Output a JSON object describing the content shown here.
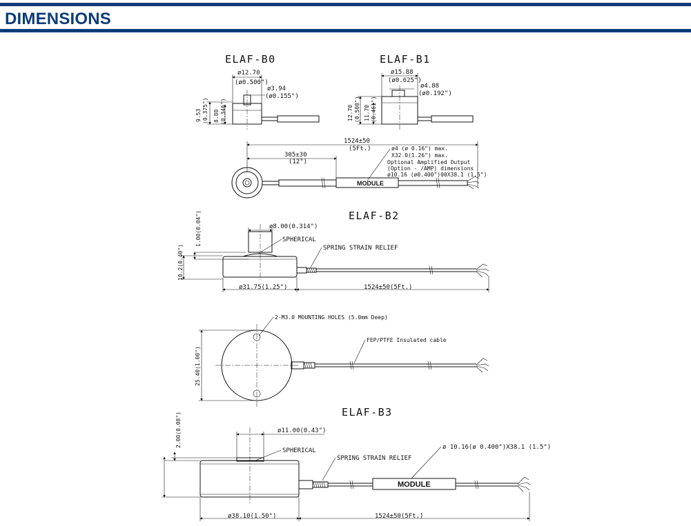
{
  "header": {
    "title": "DIMENSIONS",
    "accent_color": "#0b3d7a"
  },
  "b0": {
    "title": "ELAF-B0",
    "dia": "ø12.70",
    "dia_in": "(ø0.500\")",
    "hub": "ø3.94",
    "hub_in": "(ø0.155\")",
    "h": "9.53",
    "h_in": "(0.375\")",
    "h2": "8.80",
    "h2_in": "(0.346\")"
  },
  "b1": {
    "title": "ELAF-B1",
    "dia": "ø15.88",
    "dia_in": "(ø0.625\")",
    "hub": "ø4.88",
    "hub_in": "(ø0.192\")",
    "h": "12.70",
    "h_in": "(0.500\")",
    "h2": "11.70",
    "h2_in": "(0.461\")"
  },
  "cable": {
    "total": "1524±50",
    "total_in": "(5Ft.)",
    "pos": "305±30",
    "pos_in": "(12\")",
    "note1": "ø4 (ø 0.16\") max.",
    "note2": "X32.0(1.26\") max.",
    "note3": "Optional Amplified Output",
    "note4": "(Option - /AMP) dimensions",
    "note5": "ø10.16 (ø0.400\")00X38.1 (1.5\")",
    "module": "MODULE"
  },
  "b2": {
    "title": "ELAF-B2",
    "button_h": "1.00(0.04\")",
    "button_dia": "ø8.00(0.314\")",
    "spherical": "SPHERICAL",
    "strain_relief": "SPRING STRAIN RELIEF",
    "height": "10.2(0.40\")",
    "dia": "ø31.75(1.25\")",
    "cable_len": "1524±50(5Ft.)",
    "holes": "2-M3.0 MOUNTING HOLES (5.0mm Deep)",
    "cable_type": "FEP/PTFE Insulated cable",
    "body_w": "25.40(1.00\")"
  },
  "b3": {
    "title": "ELAF-B3",
    "button_h": "2.00(0.08\")",
    "button_dia": "ø11.00(0.43\")",
    "spherical": "SPHERICAL",
    "strain_relief": "SPRING STRAIN RELIEF",
    "module_dim": "ø 10.16(ø 0.400\")X38.1 (1.5\")",
    "module": "MODULE",
    "dia": "ø38.10(1.50\")",
    "cable_len": "1524±50(5Ft.)"
  }
}
